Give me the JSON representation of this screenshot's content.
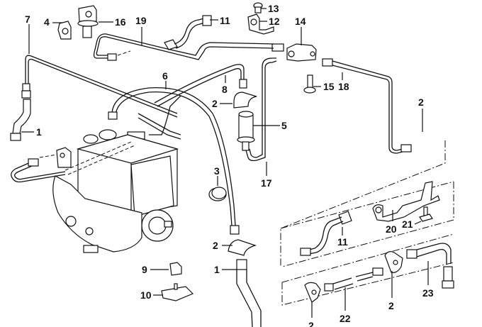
{
  "diagram": {
    "title": "Hydraulic pump and brake/fuel lines exploded parts view",
    "background": "#ffffff",
    "line_color": "#111111",
    "callouts": [
      {
        "id": "label-7",
        "text": "7",
        "part": "pipe"
      },
      {
        "id": "label-4",
        "text": "4",
        "part": "clip"
      },
      {
        "id": "label-16",
        "text": "16",
        "part": "grommet-holder"
      },
      {
        "id": "label-19",
        "text": "19",
        "part": "pipe"
      },
      {
        "id": "label-11-top",
        "text": "11",
        "part": "hose"
      },
      {
        "id": "label-13",
        "text": "13",
        "part": "screw"
      },
      {
        "id": "label-12",
        "text": "12",
        "part": "bracket"
      },
      {
        "id": "label-14",
        "text": "14",
        "part": "distributor-block"
      },
      {
        "id": "label-6",
        "text": "6",
        "part": "pipe"
      },
      {
        "id": "label-8",
        "text": "8",
        "part": "pipe"
      },
      {
        "id": "label-15",
        "text": "15",
        "part": "bolt"
      },
      {
        "id": "label-18",
        "text": "18",
        "part": "pipe"
      },
      {
        "id": "label-2-a",
        "text": "2",
        "part": "clamp"
      },
      {
        "id": "label-2-b",
        "text": "2",
        "part": "clamp"
      },
      {
        "id": "label-1-top",
        "text": "1",
        "part": "hose"
      },
      {
        "id": "label-5",
        "text": "5",
        "part": "filter"
      },
      {
        "id": "label-3",
        "text": "3",
        "part": "grommet"
      },
      {
        "id": "label-17",
        "text": "17",
        "part": "pipe"
      },
      {
        "id": "label-20",
        "text": "20",
        "part": "bracket"
      },
      {
        "id": "label-21",
        "text": "21",
        "part": "screw"
      },
      {
        "id": "label-11-bottom",
        "text": "11",
        "part": "hose"
      },
      {
        "id": "label-2-c",
        "text": "2",
        "part": "clamp"
      },
      {
        "id": "label-9",
        "text": "9",
        "part": "clip"
      },
      {
        "id": "label-1-bottom",
        "text": "1",
        "part": "hose"
      },
      {
        "id": "label-10",
        "text": "10",
        "part": "holder"
      },
      {
        "id": "label-2-d",
        "text": "2",
        "part": "clamp"
      },
      {
        "id": "label-23",
        "text": "23",
        "part": "hose"
      },
      {
        "id": "label-22",
        "text": "22",
        "part": "pipe"
      },
      {
        "id": "label-2-e",
        "text": "2",
        "part": "clamp"
      }
    ]
  }
}
